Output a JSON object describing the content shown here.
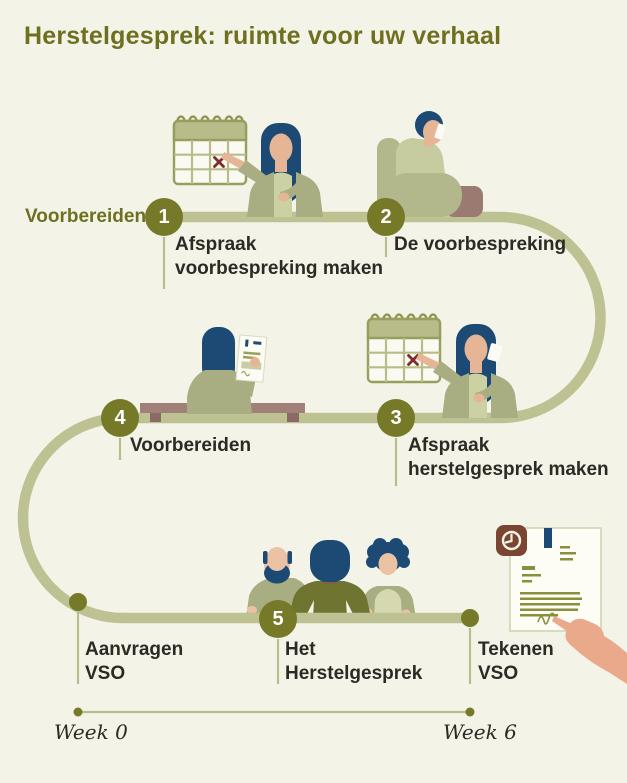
{
  "page": {
    "title": "Herstelgesprek: ruimte voor uw verhaal"
  },
  "phase": {
    "label": "Voorbereiden"
  },
  "steps": [
    {
      "number": "1",
      "line1": "Afspraak",
      "line2": "voorbespreking maken"
    },
    {
      "number": "2",
      "line1": "De voorbespreking",
      "line2": ""
    },
    {
      "number": "3",
      "line1": "Afspraak",
      "line2": "herstelgesprek maken"
    },
    {
      "number": "4",
      "line1": "Voorbereiden",
      "line2": ""
    },
    {
      "number": "5",
      "line1": "Het",
      "line2": "Herstelgesprek"
    }
  ],
  "milestones": [
    {
      "line1": "Aanvragen",
      "line2": "VSO"
    },
    {
      "line1": "Tekenen",
      "line2": "VSO"
    }
  ],
  "timeline": {
    "start_label": "Week 0",
    "end_label": "Week 6"
  },
  "illustrations": {
    "step1": "calendar-with-cross-woman-pointing",
    "step2": "man-in-armchair-on-phone",
    "step3": "calendar-with-cross-woman-on-phone",
    "step4": "person-reading-document-at-bench",
    "step5": "three-people-at-table",
    "closing": "hand-signing-document-with-clock"
  },
  "colors": {
    "background": "#f4f3e8",
    "title_olive": "#6e7020",
    "path_sage": "#bec293",
    "marker_olive": "#767a28",
    "text_dark": "#2b2a24",
    "hair_navy": "#1d4a74",
    "cross_red": "#7c2d2d",
    "clock_brown": "#7a4632"
  }
}
